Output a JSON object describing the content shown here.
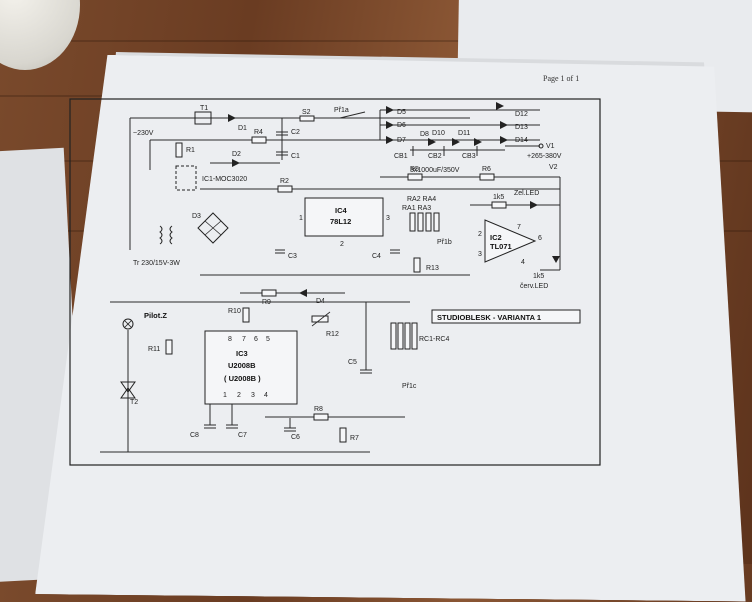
{
  "page_header": "Page 1 of 1",
  "title_box": "STUDIOBLESK - VARIANTA 1",
  "labels": {
    "mains": "~230V",
    "t1": "T1",
    "d1": "D1",
    "d2": "D2",
    "r4": "R4",
    "c2": "C2",
    "c1": "C1",
    "s2": "S2",
    "pr1a": "Př1a",
    "d5": "D5",
    "d6": "D6",
    "d7": "D7",
    "d8": "D8",
    "d10": "D10",
    "d11": "D11",
    "d12": "D12",
    "d13": "D13",
    "d14": "D14",
    "cb1": "CB1",
    "cb2": "CB2",
    "cb3": "CB3",
    "cap_spec": "3x1000uF/350V",
    "v1": "V1",
    "v1_range": "+265-380V",
    "v2": "V2",
    "r1": "R1",
    "ic1": "IC1-MOC3020",
    "r2": "R2",
    "r5": "R5",
    "r6": "R6",
    "d3": "D3",
    "tr": "Tr 230/15V-3W",
    "c3": "C3",
    "ic4": "IC4",
    "ic4_part": "78L12",
    "ic4_pin1": "1",
    "ic4_pin2": "2",
    "ic4_pin3": "3",
    "c4": "C4",
    "ra_top": "RA2 RA4",
    "ra_bottom": "RA1 RA3",
    "pr1b": "Př1b",
    "r13": "R13",
    "ic2": "IC2",
    "ic2_part": "TL071",
    "ic2_pin2": "2",
    "ic2_pin3": "3",
    "ic2_pin4": "4",
    "ic2_pin6": "6",
    "ic2_pin7": "7",
    "led_green": "Zel.LED",
    "led_red": "červ.LED",
    "r_1k5a": "1k5",
    "r_1k5b": "1k5",
    "r9": "R9",
    "d4": "D4",
    "r10": "R10",
    "r12": "R12",
    "pilot": "Pilot.Z",
    "r11": "R11",
    "ic3": "IC3",
    "ic3_part": "U2008B",
    "ic3_part2": "( U2008B )",
    "ic3_pin8": "8",
    "ic3_pin7": "7",
    "ic3_pin6": "6",
    "ic3_pin5": "5",
    "ic3_pin1": "1",
    "ic3_pin2": "2",
    "ic3_pin3": "3",
    "ic3_pin4": "4",
    "c5": "C5",
    "rc": "RC1-RC4",
    "pr1c": "Př1c",
    "t2": "T2",
    "c8": "C8",
    "c7": "C7",
    "c6": "C6",
    "r8": "R8",
    "r7": "R7"
  }
}
